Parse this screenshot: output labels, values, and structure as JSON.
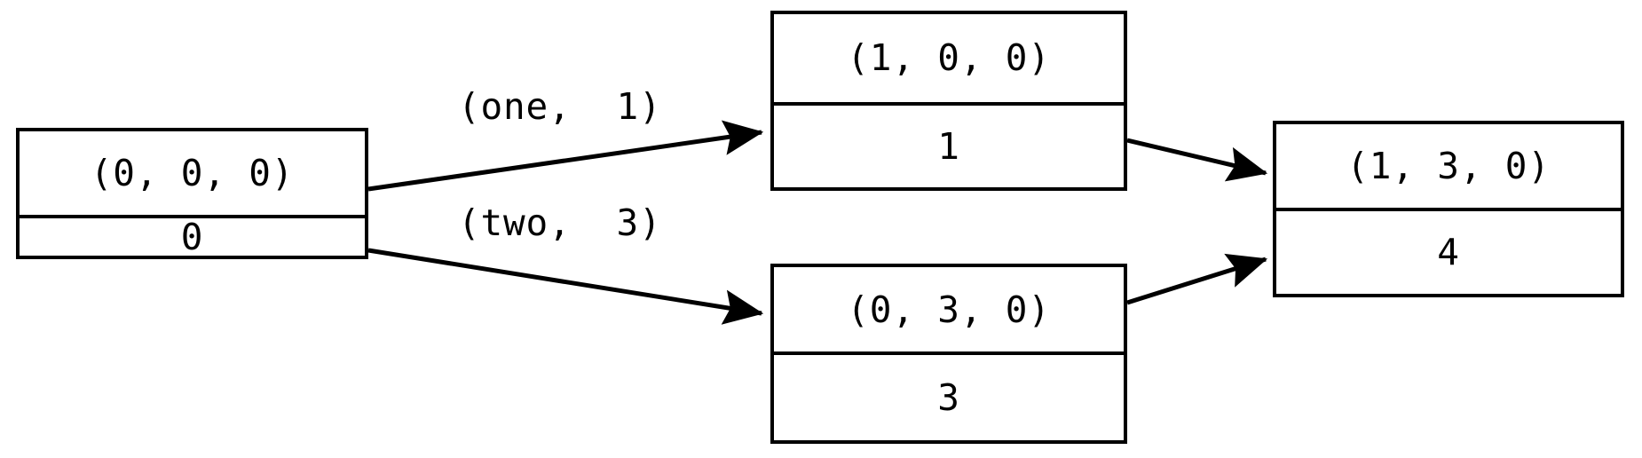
{
  "diagram": {
    "type": "directed-graph",
    "title": "",
    "background_color": "#ffffff",
    "stroke_color": "#000000",
    "fill_color": "#ffffff",
    "nodes": [
      {
        "id": "start",
        "name": "node-start",
        "state": "(0, 0, 0)",
        "value": "0"
      },
      {
        "id": "one",
        "name": "node-one",
        "state": "(1, 0, 0)",
        "value": "1"
      },
      {
        "id": "two",
        "name": "node-two",
        "state": "(0, 3, 0)",
        "value": "3"
      },
      {
        "id": "join",
        "name": "node-join",
        "state": "(1, 3, 0)",
        "value": "4"
      }
    ],
    "edges": [
      {
        "id": "start-to-one",
        "from": "start",
        "to": "one",
        "label": "(one,  1)"
      },
      {
        "id": "start-to-two",
        "from": "start",
        "to": "two",
        "label": "(two,  3)"
      },
      {
        "id": "one-to-join",
        "from": "one",
        "to": "join",
        "label": ""
      },
      {
        "id": "two-to-join",
        "from": "two",
        "to": "join",
        "label": ""
      }
    ]
  }
}
